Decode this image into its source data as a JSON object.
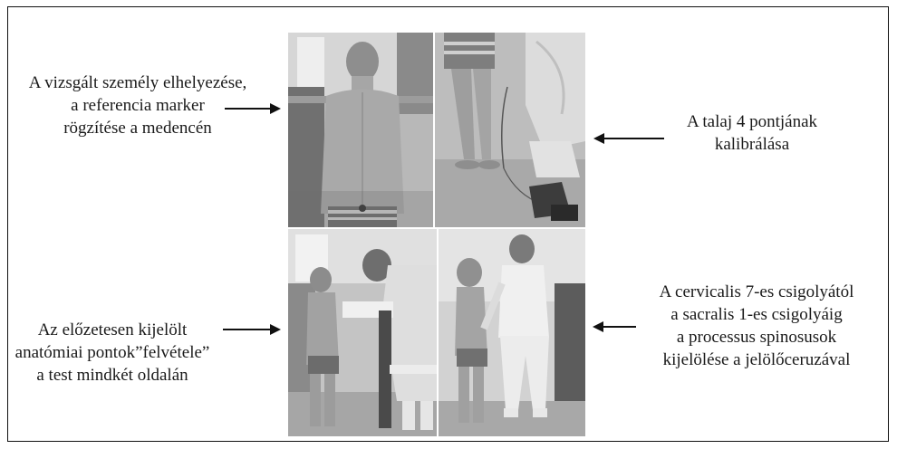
{
  "captions": {
    "top_left": [
      "A vizsgált személy elhelyezése,",
      "a referencia marker",
      "rögzítése a medencén"
    ],
    "top_right": [
      "A talaj 4 pontjának",
      "kalibrálása"
    ],
    "bottom_left": [
      "Az előzetesen kijelölt",
      "anatómiai pontok”felvétele”",
      "a test mindkét oldalán"
    ],
    "bottom_right": [
      "A cervicalis 7-es csigolyától",
      "a sacralis 1-es csigolyáig",
      "a processus spinosusok",
      "kijelölése a jelölőceruzával"
    ]
  },
  "photos": [
    {
      "name": "photo-child-back-reference-marker"
    },
    {
      "name": "photo-floor-calibration"
    },
    {
      "name": "photo-anatomical-points-recording"
    },
    {
      "name": "photo-spinous-process-marking"
    }
  ]
}
